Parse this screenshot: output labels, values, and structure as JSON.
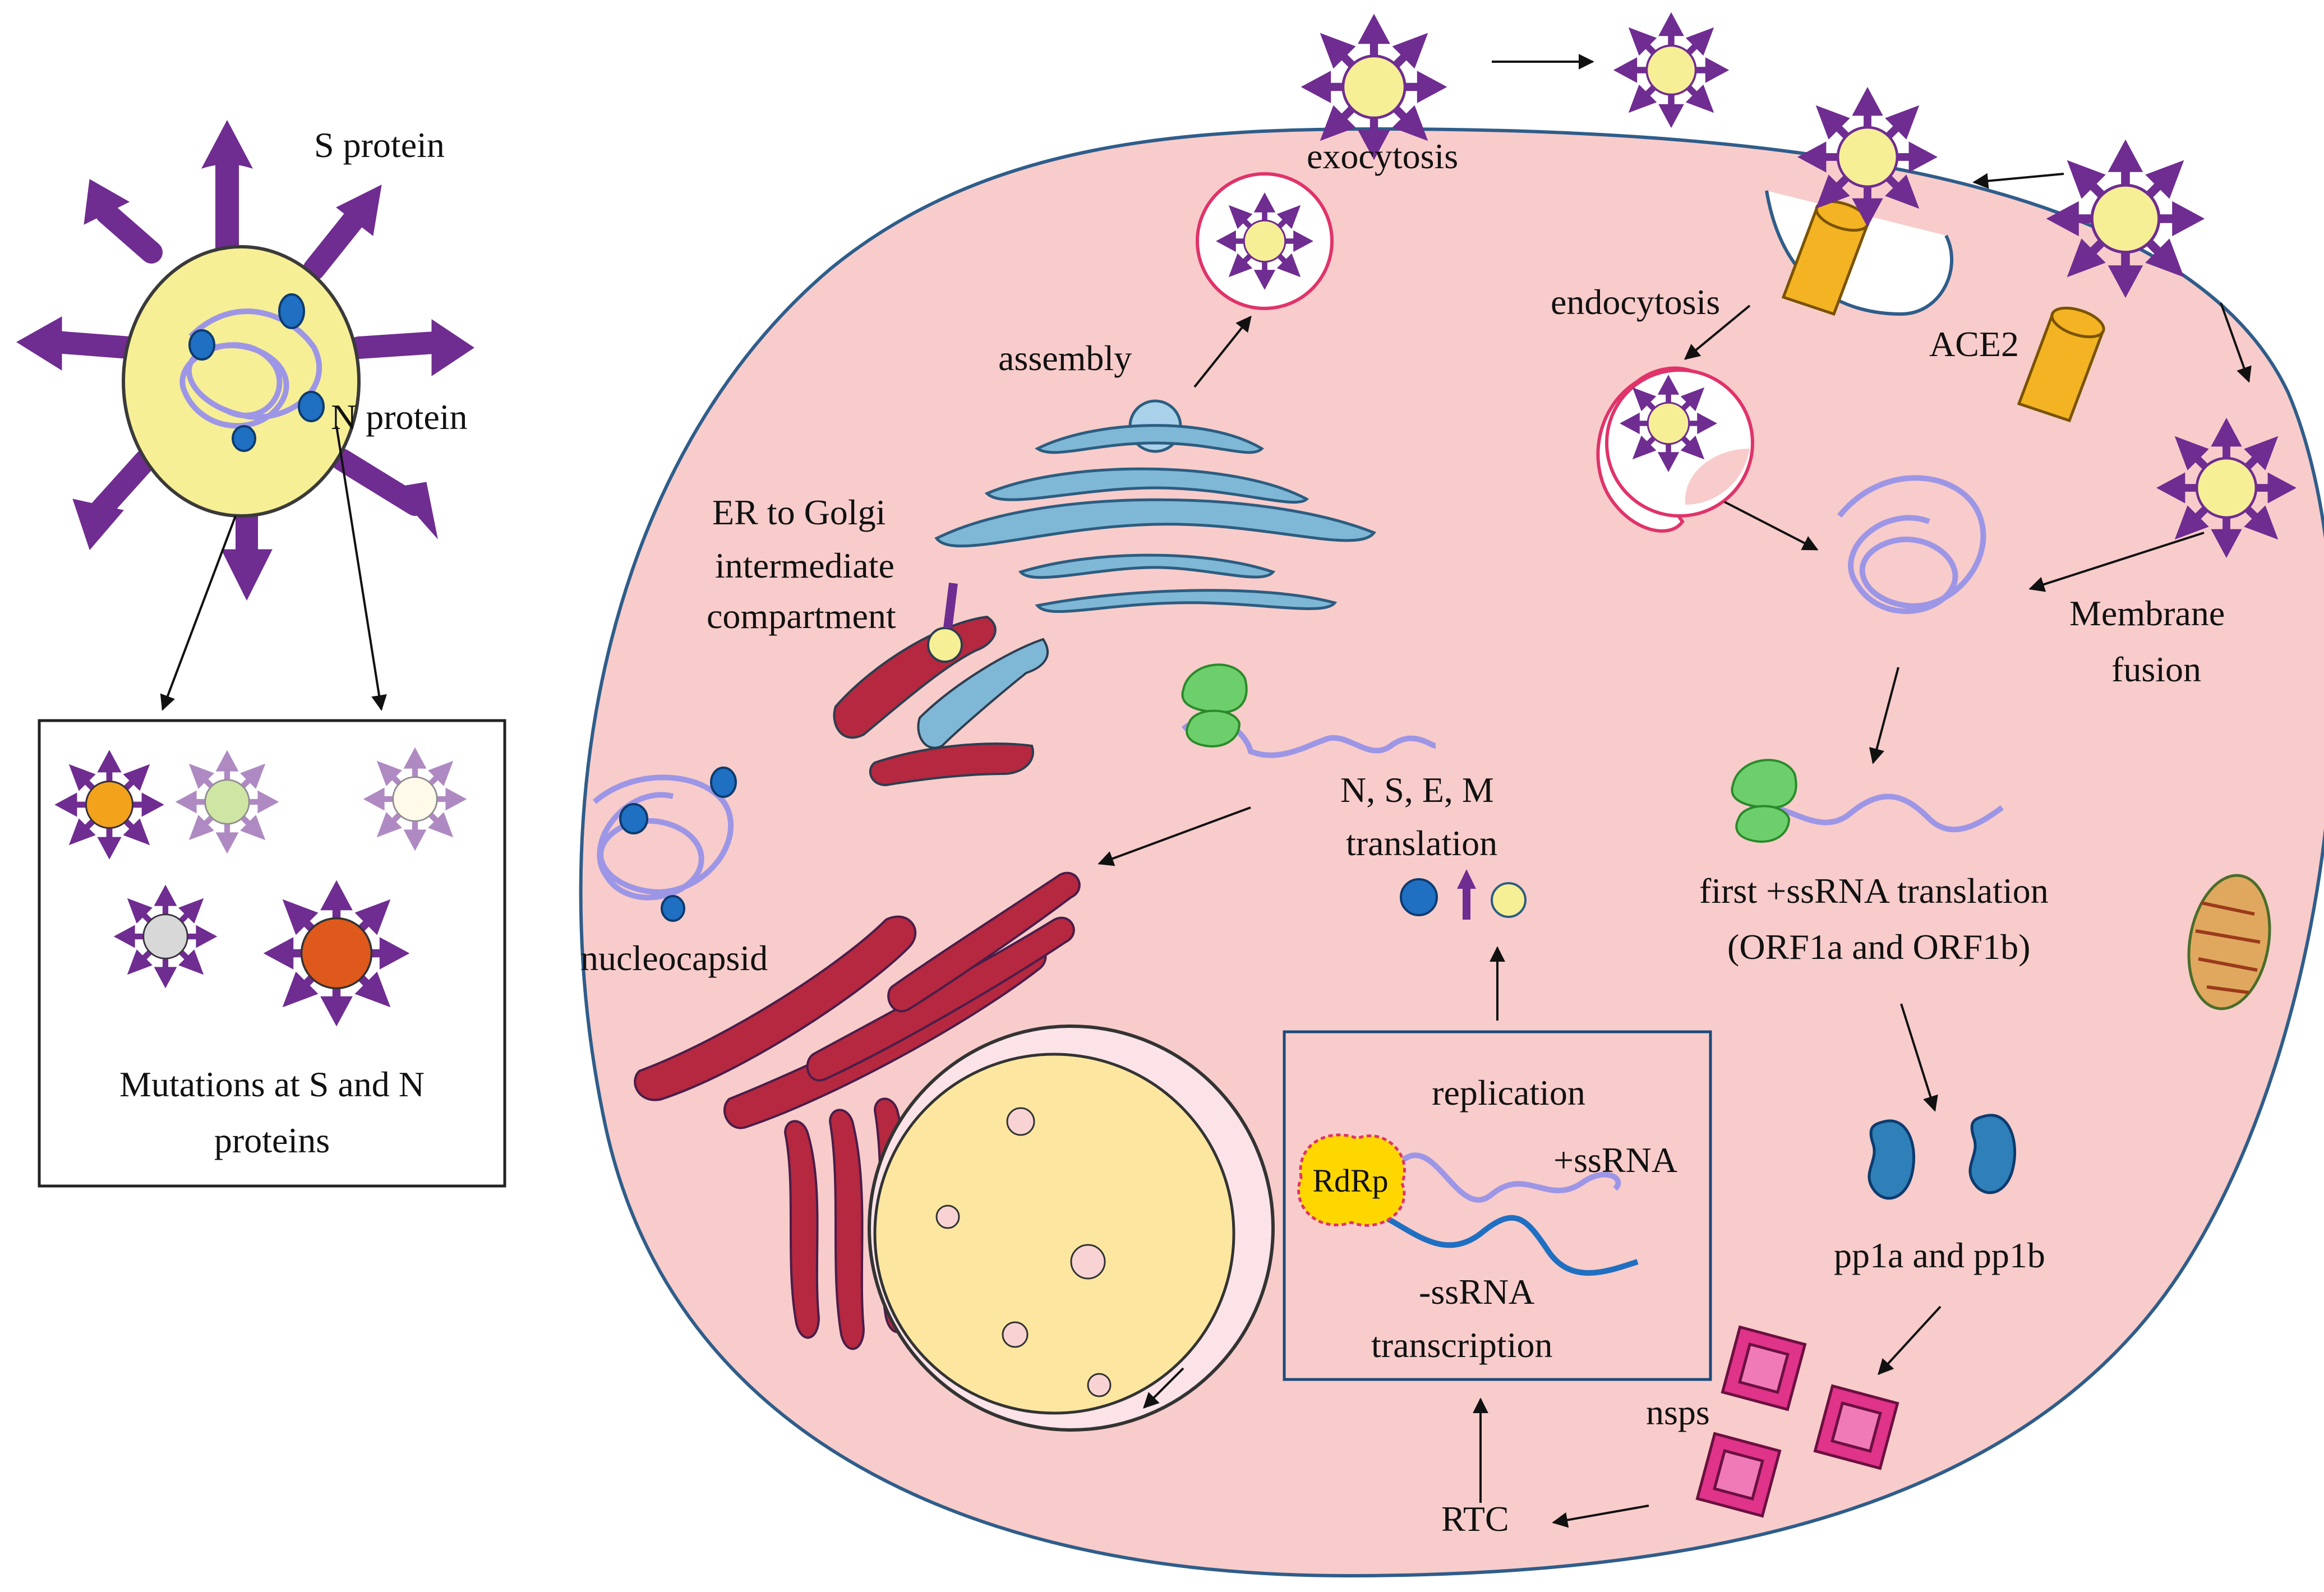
{
  "colors": {
    "cell": "#f8cccb",
    "cell_border": "#2f5d8a",
    "virion_core": "#f7ef95",
    "spike": "#6f2c91",
    "nucleocapsid_rna": "#9d96e6",
    "n_protein": "#1f6fc2",
    "golgi": "#7fb7d6",
    "er": "#b5283f",
    "nucleus": "#fde7a0",
    "ribosome": "#6ccf6c",
    "ace2": "#f3b323",
    "pp1": "#2f7fb8",
    "nsps": "#e0338a",
    "rdrp": "#ffd700"
  },
  "labels": {
    "s_protein": "S protein",
    "n_protein": "N protein",
    "mutations_line1": "Mutations at S and N",
    "mutations_line2": "proteins",
    "exocytosis": "exocytosis",
    "assembly": "assembly",
    "endocytosis": "endocytosis",
    "ace2": "ACE2",
    "membrane_fusion_line1": "Membrane",
    "membrane_fusion_line2": "fusion",
    "er_golgi_line1": "ER to Golgi",
    "er_golgi_line2": "intermediate",
    "er_golgi_line3": "compartment",
    "nsem_line1": "N, S, E, M",
    "nsem_line2": "translation",
    "first_translation_line1": "first +ssRNA translation",
    "first_translation_line2": "(ORF1a and ORF1b)",
    "nucleocapsid": "nucleocapsid",
    "replication": "replication",
    "rdrp": "RdRp",
    "plus_ssrna": "+ssRNA",
    "minus_ssrna": "-ssRNA",
    "transcription": "transcription",
    "pp1": "pp1a and pp1b",
    "nsps": "nsps",
    "rtc": "RTC"
  }
}
